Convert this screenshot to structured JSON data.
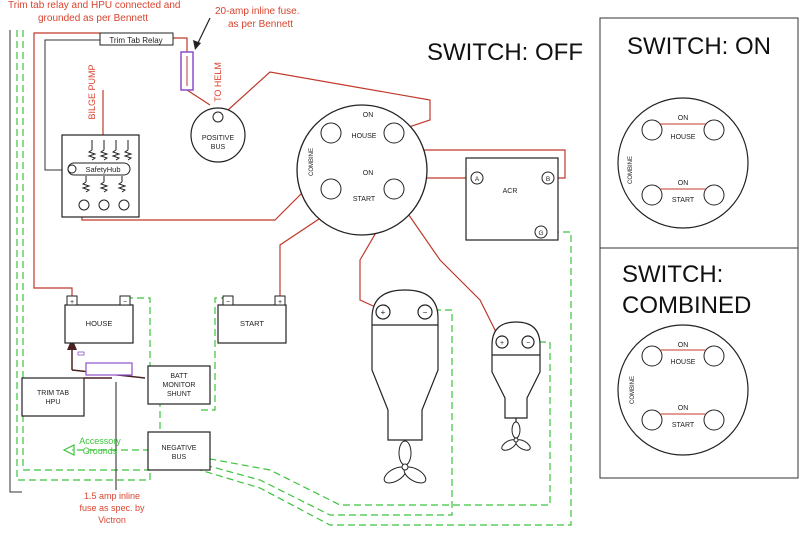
{
  "notes": {
    "trim_note_1": "Trim tab relay and HPU connected and",
    "trim_note_2": "grounded as per Bennett",
    "fuse20_1": "20-amp inline fuse.",
    "fuse20_2": "as per Bennett",
    "fuse15_1": "1.5 amp inline",
    "fuse15_2": "fuse as spec. by",
    "fuse15_3": "Victron",
    "accessory_1": "Accessory",
    "accessory_2": "Grounds",
    "bilge_pump": "BILGE PUMP",
    "to_helm": "TO HELM"
  },
  "components": {
    "trim_tab_relay": "Trim Tab Relay",
    "safety_hub": "SafetyHub",
    "positive_bus_1": "POSITIVE",
    "positive_bus_2": "BUS",
    "house_battery": "HOUSE",
    "start_battery": "START",
    "batt_monitor_1": "BATT",
    "batt_monitor_2": "MONITOR",
    "batt_monitor_3": "SHUNT",
    "negative_bus_1": "NEGATIVE",
    "negative_bus_2": "BUS",
    "trim_hpu_1": "TRIM TAB",
    "trim_hpu_2": "HPU",
    "acr": "ACR",
    "acr_a": "A",
    "acr_b": "B",
    "acr_g": "G",
    "plus": "+",
    "minus": "−"
  },
  "main_switch": {
    "title": "SWITCH: OFF",
    "on": "ON",
    "house": "HOUSE",
    "start": "START",
    "combine": "COMBINE"
  },
  "switch_on": {
    "title": "SWITCH: ON",
    "on": "ON",
    "house": "HOUSE",
    "start": "START",
    "combine": "COMBINE"
  },
  "switch_combined": {
    "title_1": "SWITCH:",
    "title_2": "COMBINED",
    "on": "ON",
    "house": "HOUSE",
    "start": "START",
    "combine": "COMBINE"
  },
  "colors": {
    "positive_wire": "#c0392b",
    "ground_wire": "#3cc43c",
    "line": "#222222",
    "note_red": "#d9442f",
    "fuse_purple": "#8e4fc9"
  }
}
